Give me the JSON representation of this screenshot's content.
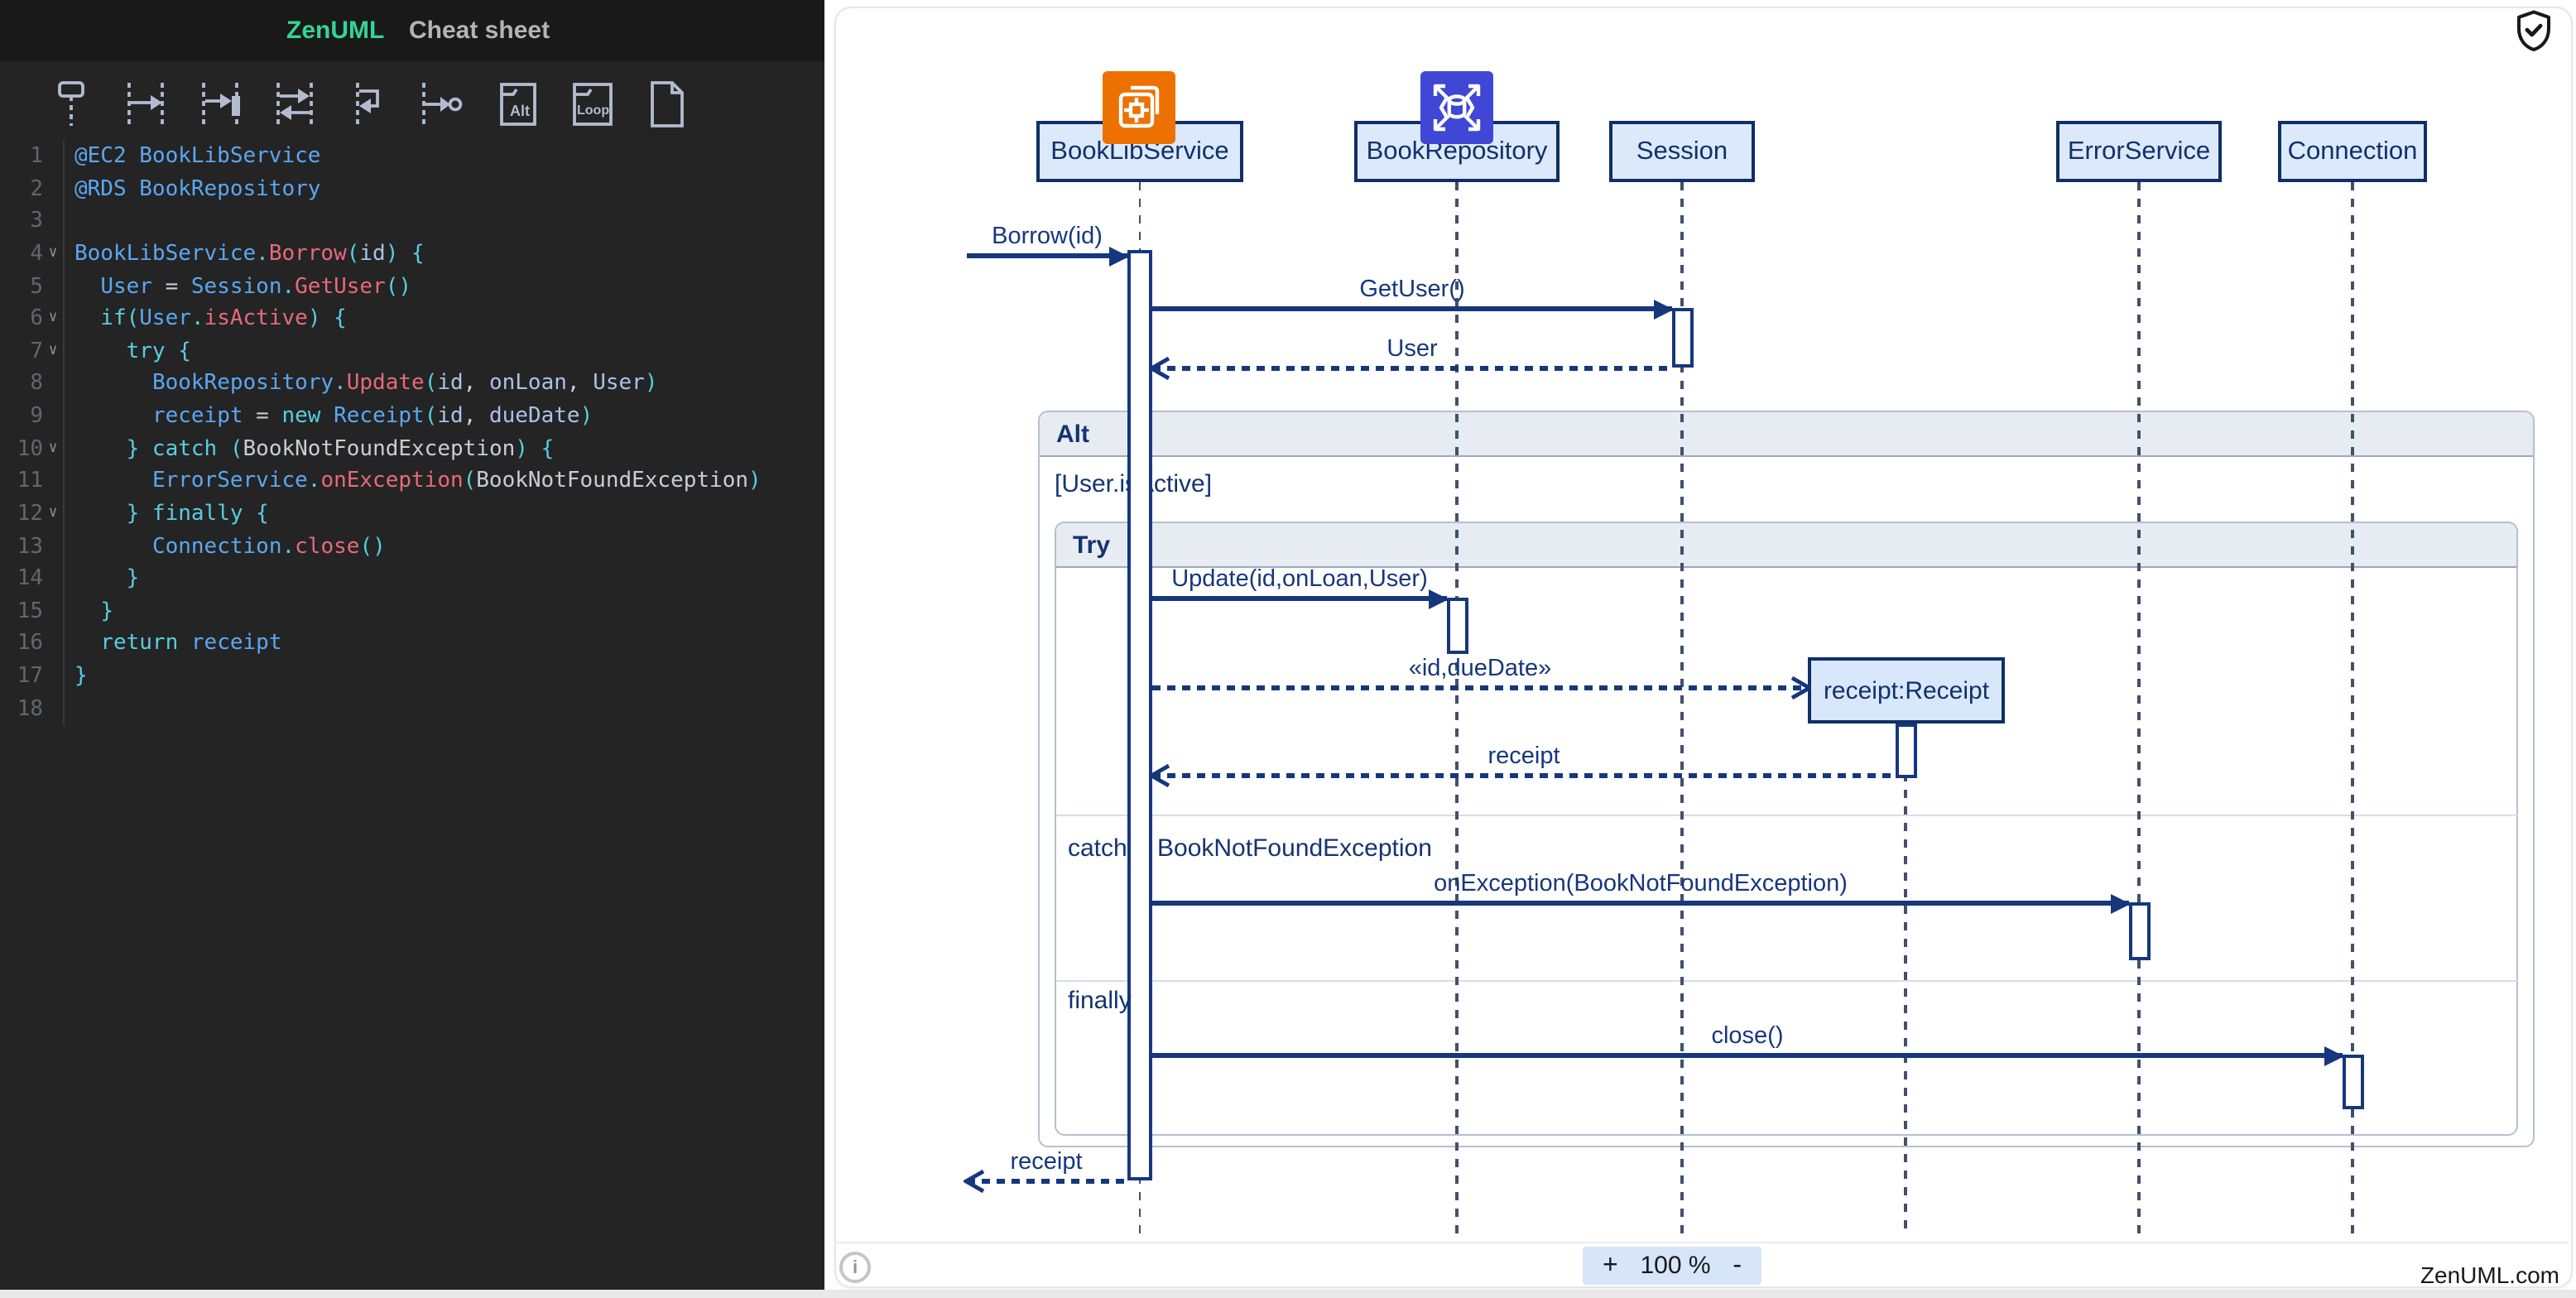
{
  "header": {
    "tab_zenuml": "ZenUML",
    "tab_cheatsheet": "Cheat sheet"
  },
  "toolbar": {
    "alt_text": "Alt",
    "loop_text": "Loop",
    "icons": [
      "participant",
      "sync-message",
      "sync-message-activation",
      "return-message",
      "self-message",
      "creation-message",
      "alt-fragment",
      "loop-fragment",
      "new-diagram"
    ]
  },
  "editor": {
    "lines": [
      {
        "num": "1",
        "fold": false,
        "tokens": [
          [
            "b",
            "@EC2 BookLibService"
          ]
        ]
      },
      {
        "num": "2",
        "fold": false,
        "tokens": [
          [
            "b",
            "@RDS BookRepository"
          ]
        ]
      },
      {
        "num": "3",
        "fold": false,
        "tokens": []
      },
      {
        "num": "4",
        "fold": true,
        "tokens": [
          [
            "b",
            "BookLibService"
          ],
          [
            "c",
            "."
          ],
          [
            "r",
            "Borrow"
          ],
          [
            "c",
            "("
          ],
          [
            "p",
            "id"
          ],
          [
            "c",
            ") {"
          ]
        ]
      },
      {
        "num": "5",
        "fold": false,
        "tokens": [
          [
            "d",
            "  "
          ],
          [
            "b",
            "User"
          ],
          [
            "w",
            " = "
          ],
          [
            "b",
            "Session"
          ],
          [
            "c",
            "."
          ],
          [
            "r",
            "GetUser"
          ],
          [
            "c",
            "()"
          ]
        ]
      },
      {
        "num": "6",
        "fold": true,
        "tokens": [
          [
            "d",
            "  "
          ],
          [
            "c",
            "if("
          ],
          [
            "b",
            "User"
          ],
          [
            "c",
            "."
          ],
          [
            "r",
            "isActive"
          ],
          [
            "c",
            ") {"
          ]
        ]
      },
      {
        "num": "7",
        "fold": true,
        "tokens": [
          [
            "d",
            "    "
          ],
          [
            "c",
            "try {"
          ]
        ]
      },
      {
        "num": "8",
        "fold": false,
        "tokens": [
          [
            "d",
            "      "
          ],
          [
            "b",
            "BookRepository"
          ],
          [
            "c",
            "."
          ],
          [
            "r",
            "Update"
          ],
          [
            "c",
            "("
          ],
          [
            "p",
            "id"
          ],
          [
            "w",
            ", "
          ],
          [
            "p",
            "onLoan"
          ],
          [
            "w",
            ", "
          ],
          [
            "p",
            "User"
          ],
          [
            "c",
            ")"
          ]
        ]
      },
      {
        "num": "9",
        "fold": false,
        "tokens": [
          [
            "d",
            "      "
          ],
          [
            "b",
            "receipt"
          ],
          [
            "w",
            " = "
          ],
          [
            "c",
            "new"
          ],
          [
            "w",
            " "
          ],
          [
            "b",
            "Receipt"
          ],
          [
            "c",
            "("
          ],
          [
            "p",
            "id"
          ],
          [
            "w",
            ", "
          ],
          [
            "p",
            "dueDate"
          ],
          [
            "c",
            ")"
          ]
        ]
      },
      {
        "num": "10",
        "fold": true,
        "tokens": [
          [
            "d",
            "    "
          ],
          [
            "c",
            "} catch ("
          ],
          [
            "w",
            "BookNotFoundException"
          ],
          [
            "c",
            ") {"
          ]
        ]
      },
      {
        "num": "11",
        "fold": false,
        "tokens": [
          [
            "d",
            "      "
          ],
          [
            "b",
            "ErrorService"
          ],
          [
            "c",
            "."
          ],
          [
            "r",
            "onException"
          ],
          [
            "c",
            "("
          ],
          [
            "w",
            "BookNotFoundException"
          ],
          [
            "c",
            ")"
          ]
        ]
      },
      {
        "num": "12",
        "fold": true,
        "tokens": [
          [
            "d",
            "    "
          ],
          [
            "c",
            "} finally {"
          ]
        ]
      },
      {
        "num": "13",
        "fold": false,
        "tokens": [
          [
            "d",
            "      "
          ],
          [
            "b",
            "Connection"
          ],
          [
            "c",
            "."
          ],
          [
            "r",
            "close"
          ],
          [
            "c",
            "()"
          ]
        ]
      },
      {
        "num": "14",
        "fold": false,
        "tokens": [
          [
            "d",
            "    "
          ],
          [
            "c",
            "}"
          ]
        ]
      },
      {
        "num": "15",
        "fold": false,
        "tokens": [
          [
            "d",
            "  "
          ],
          [
            "c",
            "}"
          ]
        ]
      },
      {
        "num": "16",
        "fold": false,
        "tokens": [
          [
            "d",
            "  "
          ],
          [
            "c",
            "return"
          ],
          [
            "w",
            " "
          ],
          [
            "b",
            "receipt"
          ]
        ]
      },
      {
        "num": "17",
        "fold": false,
        "tokens": [
          [
            "c",
            "}"
          ]
        ]
      },
      {
        "num": "18",
        "fold": false,
        "tokens": []
      }
    ]
  },
  "diagram": {
    "participants": [
      {
        "name": "BookLibService",
        "icon": "EC2"
      },
      {
        "name": "BookRepository",
        "icon": "RDS"
      },
      {
        "name": "Session",
        "icon": ""
      },
      {
        "name": "ErrorService",
        "icon": ""
      },
      {
        "name": "Connection",
        "icon": ""
      }
    ],
    "fragments": {
      "alt_label": "Alt",
      "alt_condition": "[User.isActive]",
      "try_label": "Try",
      "catch_label": "catch",
      "catch_exception": "BookNotFoundException",
      "finally_label": "finally"
    },
    "created_object": "receipt:Receipt",
    "messages": {
      "borrow": "Borrow(id)",
      "getuser": "GetUser()",
      "user_return": "User",
      "update": "Update(id,onLoan,User)",
      "create": "«id,dueDate»",
      "receipt_return": "receipt",
      "onexception": "onException(BookNotFoundException)",
      "close": "close()",
      "final_return": "receipt"
    }
  },
  "footer": {
    "info_glyph": "i",
    "zoom_in": "+",
    "zoom_level": "100 %",
    "zoom_out": "-",
    "brand": "ZenUML.com"
  },
  "colors": {
    "accent_green": "#35d399",
    "navy": "#16377e",
    "participant_fill": "#dce9fb",
    "fragment_header": "#e7ebf2",
    "ec2_orange": "#ed7100",
    "rds_indigo": "#4047d6",
    "zoom_pill": "#d7e5f8",
    "editor_bg": "#242424"
  }
}
